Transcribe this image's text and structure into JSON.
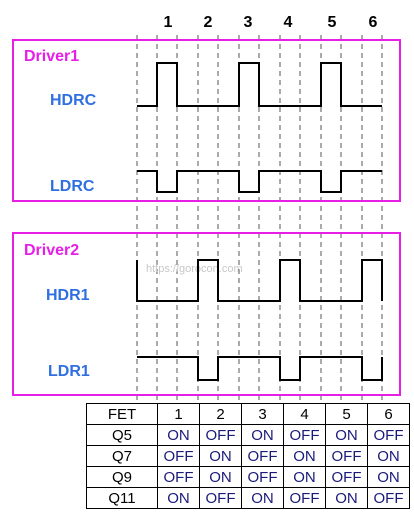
{
  "column_numbers": [
    "1",
    "2",
    "3",
    "4",
    "5",
    "6"
  ],
  "driver1": {
    "title": "Driver1",
    "signals": [
      {
        "name": "HDRC",
        "levels": [
          1,
          0,
          1,
          0,
          1,
          0
        ]
      },
      {
        "name": "LDRC",
        "levels": [
          0,
          1,
          0,
          1,
          0,
          1
        ]
      }
    ]
  },
  "driver2": {
    "title": "Driver2",
    "signals": [
      {
        "name": "HDR1",
        "levels": [
          0,
          1,
          0,
          1,
          0,
          1
        ]
      },
      {
        "name": "LDR1",
        "levels": [
          1,
          0,
          1,
          0,
          1,
          0
        ]
      }
    ]
  },
  "watermark": "https://gorocon.com",
  "colors": {
    "driver_border": "#e61ee6",
    "signal_label": "#2f6fe0",
    "table_value": "#1a1a7a"
  },
  "table": {
    "header": [
      "FET",
      "1",
      "2",
      "3",
      "4",
      "5",
      "6"
    ],
    "rows": [
      [
        "Q5",
        "ON",
        "OFF",
        "ON",
        "OFF",
        "ON",
        "OFF"
      ],
      [
        "Q7",
        "OFF",
        "ON",
        "OFF",
        "ON",
        "OFF",
        "ON"
      ],
      [
        "Q9",
        "OFF",
        "ON",
        "OFF",
        "ON",
        "OFF",
        "ON"
      ],
      [
        "Q11",
        "ON",
        "OFF",
        "ON",
        "OFF",
        "ON",
        "OFF"
      ]
    ]
  }
}
